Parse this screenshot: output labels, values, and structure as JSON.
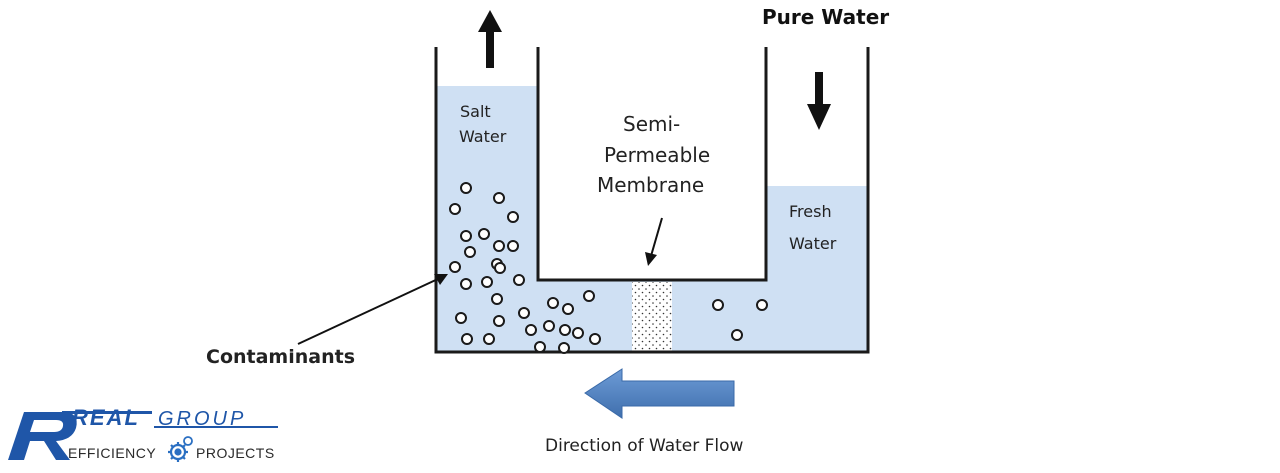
{
  "labels": {
    "salt_water_1": "Salt",
    "salt_water_2": "Water",
    "pure_water": "Pure Water",
    "membrane_1": "Semi-",
    "membrane_2": "Permeable",
    "membrane_3": "Membrane",
    "fresh_water_1": "Fresh",
    "fresh_water_2": "Water",
    "contaminants": "Contaminants",
    "flow_direction": "Direction of Water Flow"
  },
  "logo": {
    "main": "REAL",
    "group": "GROUP",
    "word_left": "EFFICIENCY",
    "word_right": "PROJECTS"
  },
  "colors": {
    "water": "#cfe0f3",
    "vessel": "#1a1a1a",
    "flow_arrow": "#4a7ebb",
    "logo": "#1f56a8"
  }
}
